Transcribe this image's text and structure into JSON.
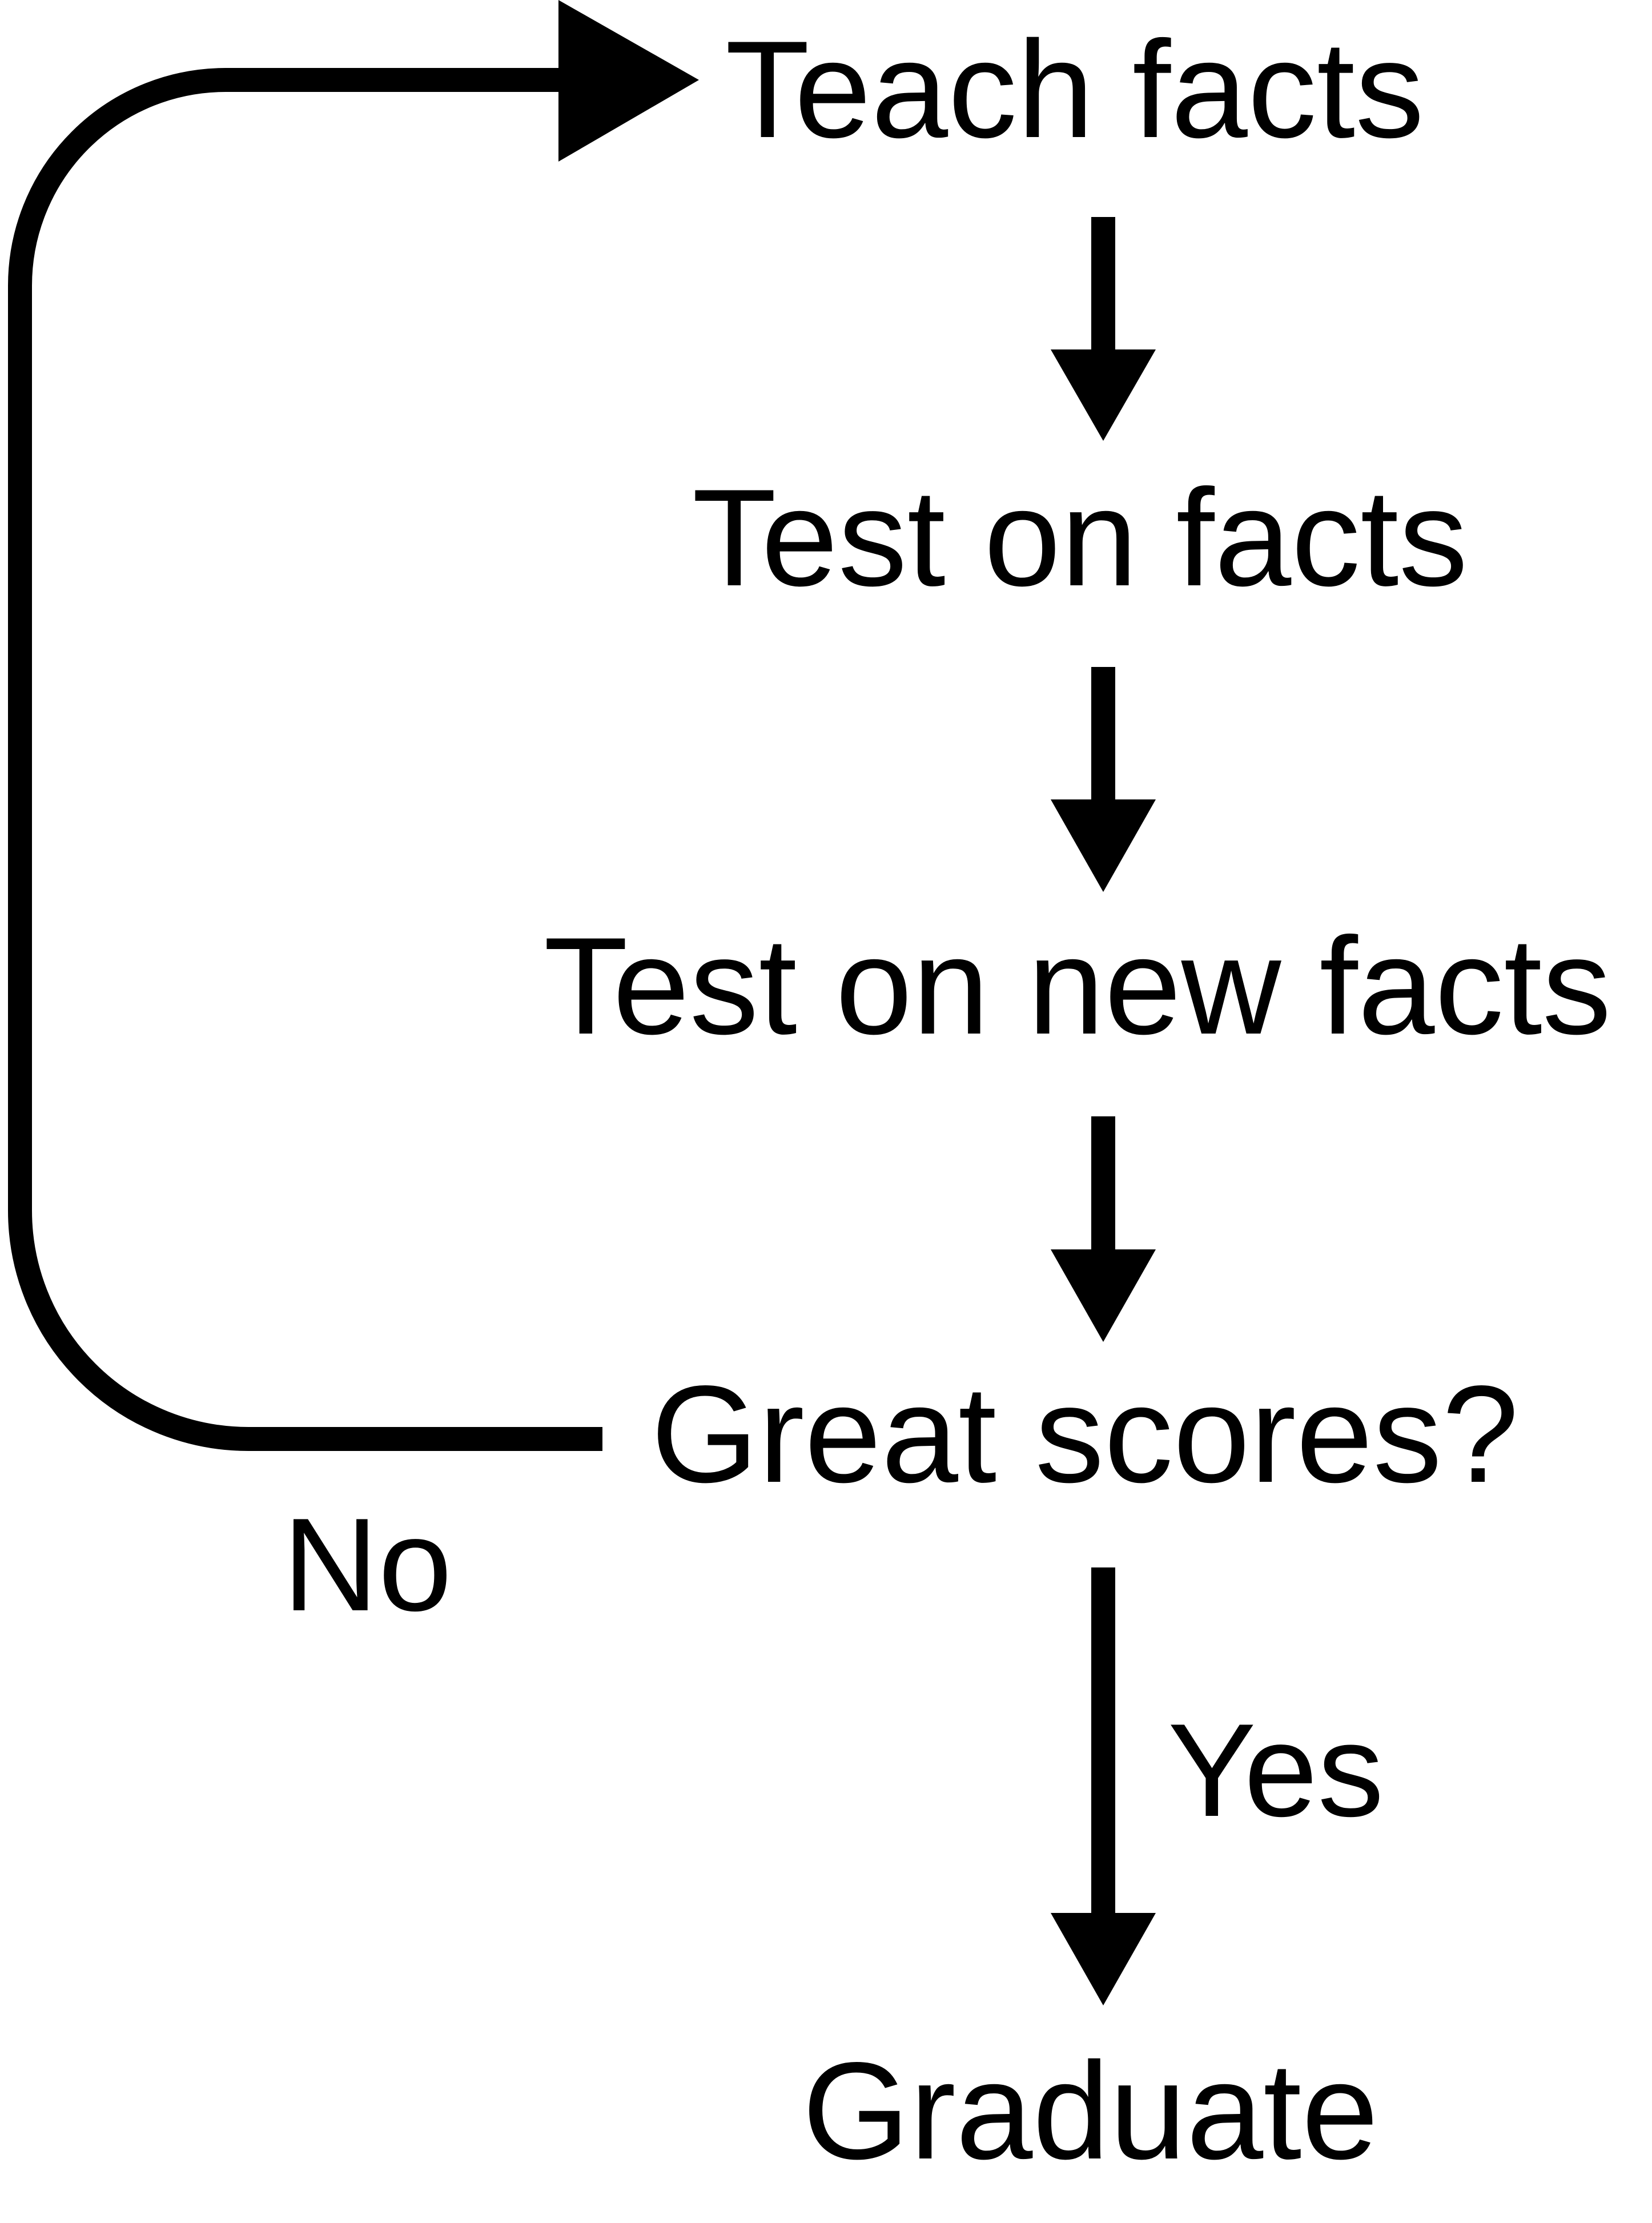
{
  "diagram": {
    "nodes": [
      {
        "id": "teach",
        "label": "Teach facts"
      },
      {
        "id": "test",
        "label": "Test on facts"
      },
      {
        "id": "test_new",
        "label": "Test on new facts"
      },
      {
        "id": "decision",
        "label": "Great scores?"
      },
      {
        "id": "graduate",
        "label": "Graduate"
      }
    ],
    "edges": [
      {
        "from": "teach",
        "to": "test",
        "label": ""
      },
      {
        "from": "test",
        "to": "test_new",
        "label": ""
      },
      {
        "from": "test_new",
        "to": "decision",
        "label": ""
      },
      {
        "from": "decision",
        "to": "graduate",
        "label": "Yes"
      },
      {
        "from": "decision",
        "to": "teach",
        "label": "No"
      }
    ],
    "colors": {
      "stroke": "#000000",
      "background": "#ffffff"
    }
  }
}
